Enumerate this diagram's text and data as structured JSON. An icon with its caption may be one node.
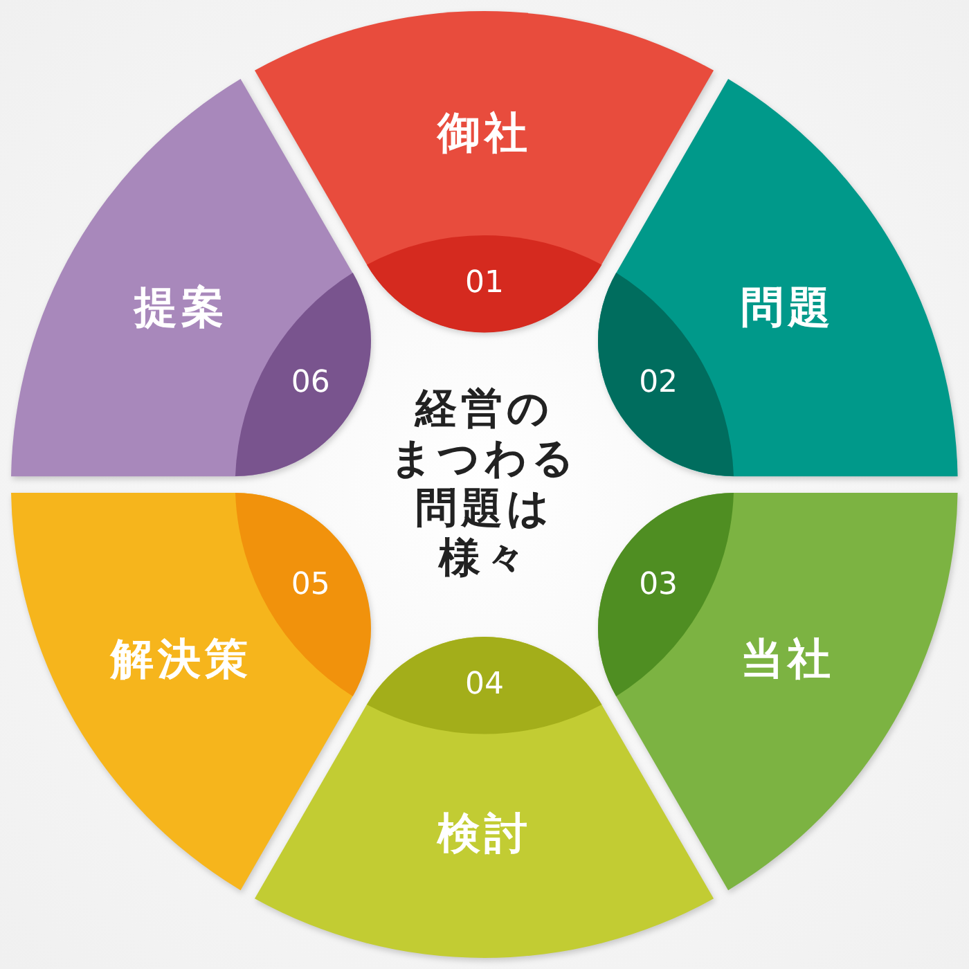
{
  "diagram": {
    "nodes": [
      {
        "text": [
          "御社"
        ]
      },
      {
        "text": [
          "01"
        ],
        "in": 0
      },
      {
        "text": [
          "問題"
        ]
      },
      {
        "text": [
          "02"
        ],
        "in": 2
      },
      {
        "text": [
          "当社"
        ]
      },
      {
        "text": [
          "03"
        ],
        "in": 4
      },
      {
        "text": [
          "検討"
        ]
      },
      {
        "text": [
          "04"
        ],
        "in": 6
      },
      {
        "text": [
          "解決策"
        ]
      },
      {
        "text": [
          "05"
        ],
        "in": 8
      },
      {
        "text": [
          "提案"
        ]
      },
      {
        "text": [
          "06"
        ],
        "in": 10
      }
    ],
    "labels": [
      "経営のまつわる問題は様々"
    ]
  }
}
